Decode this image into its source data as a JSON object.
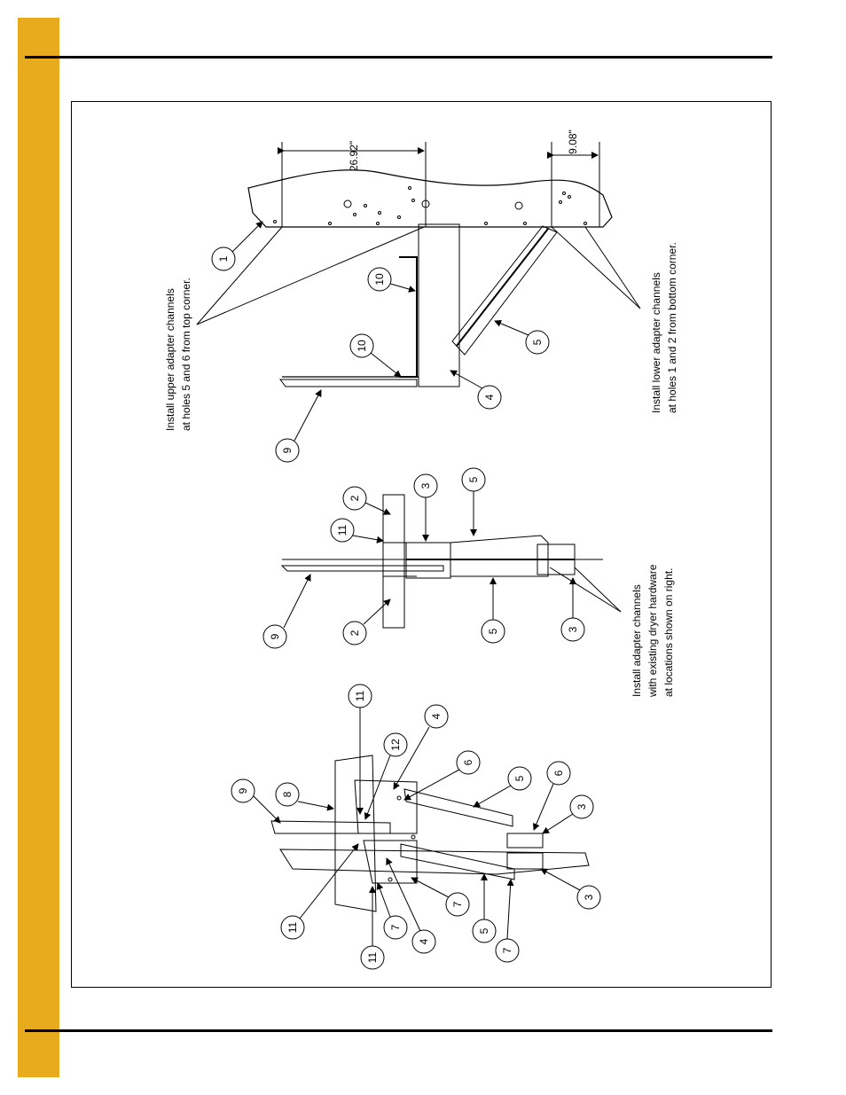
{
  "page": {
    "accent_color": "#e8ab1e"
  },
  "dimensions": {
    "upper": "26.92\"",
    "lower": "9.08\""
  },
  "notes": {
    "upper_line1": "Install upper adapter channels",
    "upper_line2": "at holes 5 and 6 from top corner.",
    "lower_line1": "Install lower adapter channels",
    "lower_line2": "at holes 1 and 2 from bottom corner.",
    "adapter_line1": "Install adapter channels",
    "adapter_line2": "with existing dryer hardware",
    "adapter_line3": "at locations shown on right."
  },
  "callouts": {
    "view1": [
      "1",
      "10",
      "10",
      "9",
      "4",
      "5"
    ],
    "view2": [
      "2",
      "11",
      "3",
      "5",
      "9",
      "2",
      "5",
      "3"
    ],
    "view3": [
      "11",
      "12",
      "4",
      "9",
      "8",
      "6",
      "5",
      "6",
      "3",
      "11",
      "7",
      "4",
      "11",
      "7",
      "5",
      "7",
      "3"
    ]
  }
}
